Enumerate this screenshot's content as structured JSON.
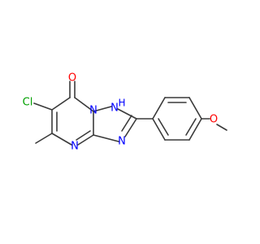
{
  "molecule": {
    "colors": {
      "bond": "#3a3a3a",
      "oxygen": "#ff0000",
      "nitrogen": "#0000ff",
      "chlorine": "#00a000"
    },
    "atoms": {
      "oxygen_top": "O",
      "chlorine": "Cl",
      "nitrogen_nh": "N",
      "hydrogen_nh": "H",
      "nitrogen_left": "N",
      "nitrogen_mid": "N",
      "nitrogen_bridge": "N",
      "oxygen_methoxy": "O"
    }
  }
}
